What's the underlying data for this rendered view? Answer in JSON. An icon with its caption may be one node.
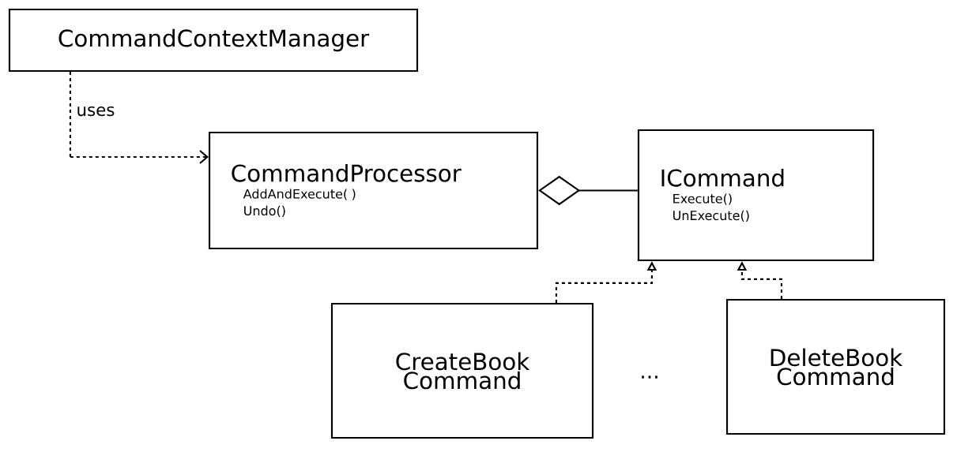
{
  "diagram": {
    "nodes": [
      {
        "text": [
          "CommandContextManager"
        ]
      },
      {
        "text": [
          "CommandProcessor",
          "AddAndExecute( )",
          "Undo()"
        ]
      },
      {
        "text": [
          "ICommand",
          "Execute()",
          "UnExecute()"
        ]
      },
      {
        "text": [
          "CreateBook Command"
        ]
      },
      {
        "text": [
          "DeleteBook Command"
        ]
      }
    ],
    "edges": [
      {
        "from": 0,
        "to": 1,
        "arrow": "to",
        "style": "dashed",
        "label": "uses"
      },
      {
        "from": 1,
        "to": 2,
        "arrow": "other"
      },
      {
        "from": 3,
        "to": 2,
        "arrow": "to",
        "style": "dashed"
      },
      {
        "from": 4,
        "to": 2,
        "arrow": "to",
        "style": "dashed"
      }
    ],
    "labels": [
      "..."
    ]
  }
}
